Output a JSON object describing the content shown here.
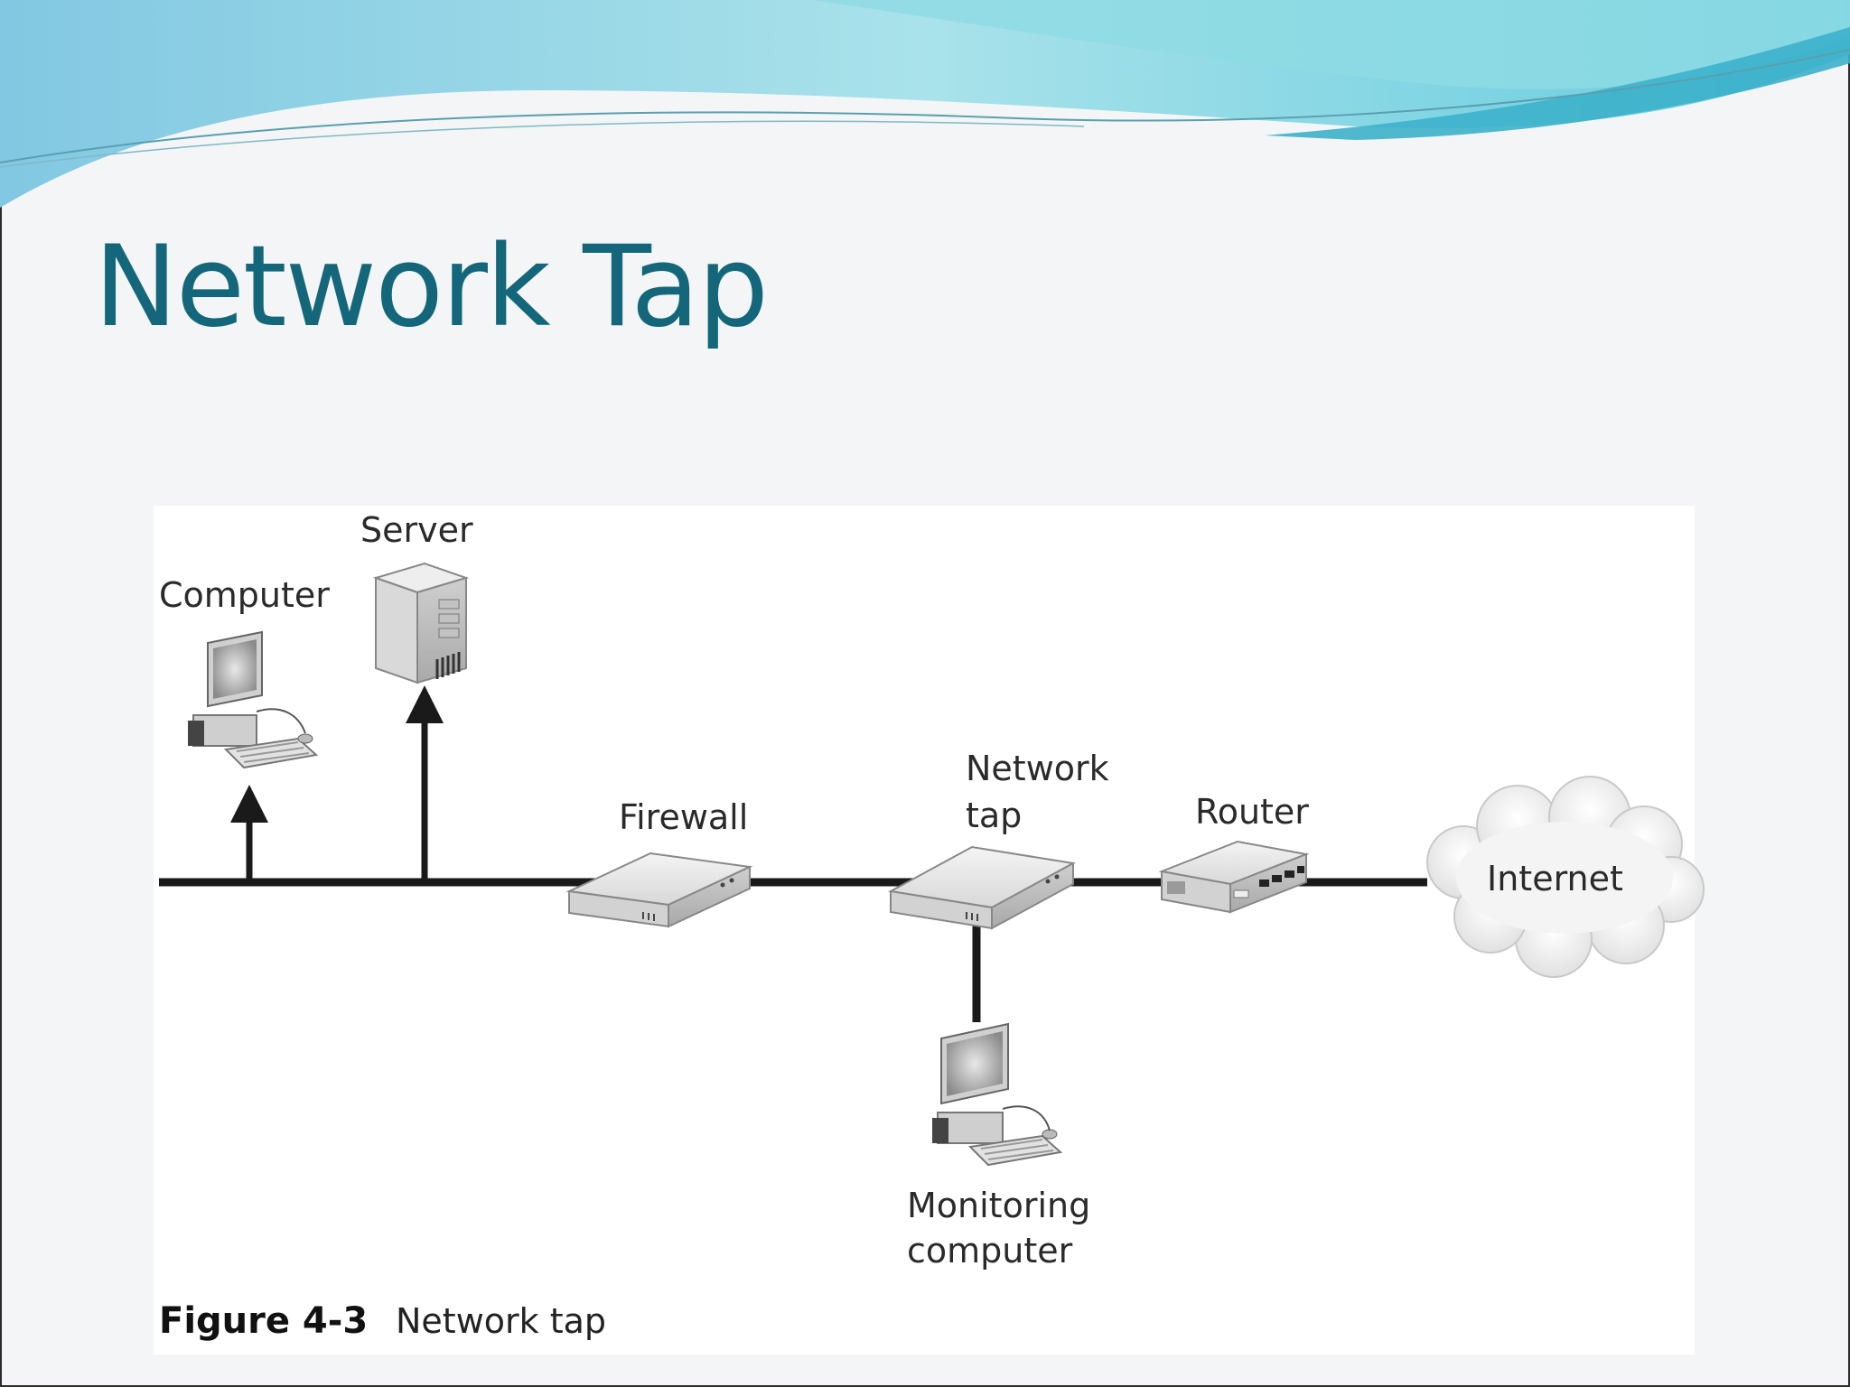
{
  "slide": {
    "title": "Network Tap",
    "colors": {
      "title": "#14677a",
      "banner_light": "#9fdbe8",
      "banner_dark": "#3fb7cf",
      "line": "#1a1a1a"
    }
  },
  "diagram": {
    "labels": {
      "server": "Server",
      "computer": "Computer",
      "firewall": "Firewall",
      "network_tap_line1": "Network",
      "network_tap_line2": "tap",
      "router": "Router",
      "internet": "Internet",
      "monitoring_line1": "Monitoring",
      "monitoring_line2": "computer"
    },
    "icons": [
      "computer-icon",
      "server-icon",
      "firewall-icon",
      "network-tap-icon",
      "router-icon",
      "internet-cloud-icon",
      "monitoring-computer-icon"
    ]
  },
  "caption": {
    "number": "Figure 4-3",
    "text": "Network tap"
  }
}
